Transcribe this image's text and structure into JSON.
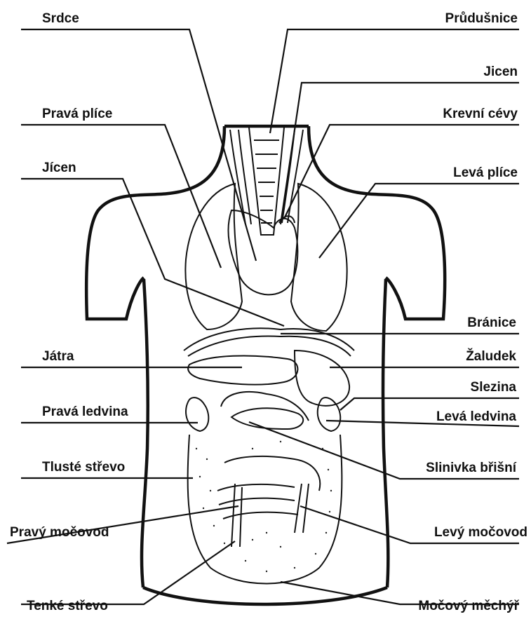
{
  "labels": {
    "srdce": "Srdce",
    "prudusnice": "Průdušnice",
    "jicen_right": "Jicen",
    "krevni_cevy": "Krevní cévy",
    "prava_plice": "Pravá plíce",
    "leva_plice": "Levá plíce",
    "jicen_left": "Jícen",
    "branice": "Bránice",
    "jatra": "Játra",
    "zaludek": "Žaludek",
    "slezina": "Slezina",
    "prava_ledvina": "Pravá ledvina",
    "leva_ledvina": "Levá ledvina",
    "tluste_strevo": "Tlusté střevo",
    "slinivka_brisni": "Slinivka břišní",
    "pravy_mocovod": "Pravý močovod",
    "levy_mocovod": "Levý močovod",
    "tenke_strevo": "Tenké střevo",
    "mocovy_mechyr": "Močový měchýř"
  }
}
